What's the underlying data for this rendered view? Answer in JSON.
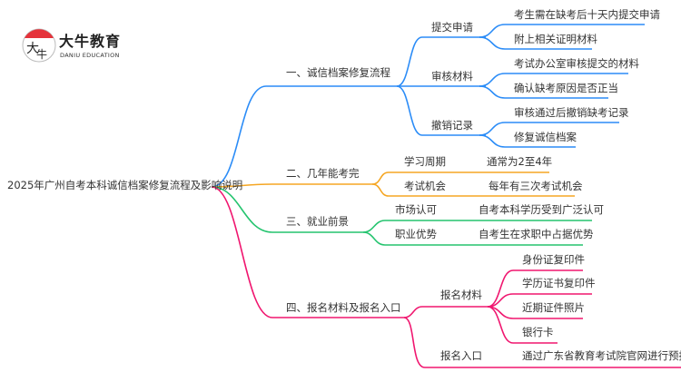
{
  "logo": {
    "name": "大牛教育",
    "subtitle": "DANIU EDUCATION"
  },
  "colors": {
    "blue": "#2b8cf7",
    "orange": "#f5a623",
    "green": "#25c46f",
    "pink": "#f0166f"
  },
  "root": "2025年广州自考本科诚信档案修复流程及影响说明",
  "branches": [
    {
      "label": "一、诚信档案修复流程",
      "children": [
        {
          "label": "提交申请",
          "leaves": [
            "考生需在缺考后十天内提交申请",
            "附上相关证明材料"
          ]
        },
        {
          "label": "审核材料",
          "leaves": [
            "考试办公室审核提交的材料",
            "确认缺考原因是否正当"
          ]
        },
        {
          "label": "撤销记录",
          "leaves": [
            "审核通过后撤销缺考记录",
            "修复诚信档案"
          ]
        }
      ]
    },
    {
      "label": "二、几年能考完",
      "children": [
        {
          "label": "学习周期",
          "leaves": [
            "通常为2至4年"
          ]
        },
        {
          "label": "考试机会",
          "leaves": [
            "每年有三次考试机会"
          ]
        }
      ]
    },
    {
      "label": "三、就业前景",
      "children": [
        {
          "label": "市场认可",
          "leaves": [
            "自考本科学历受到广泛认可"
          ]
        },
        {
          "label": "职业优势",
          "leaves": [
            "自考生在求职中占据优势"
          ]
        }
      ]
    },
    {
      "label": "四、报名材料及报名入口",
      "children": [
        {
          "label": "报名材料",
          "leaves": [
            "身份证复印件",
            "学历证书复印件",
            "近期证件照片",
            "银行卡"
          ]
        },
        {
          "label": "报名入口",
          "leaves": [
            "通过广东省教育考试院官网进行预报名"
          ]
        }
      ]
    }
  ]
}
